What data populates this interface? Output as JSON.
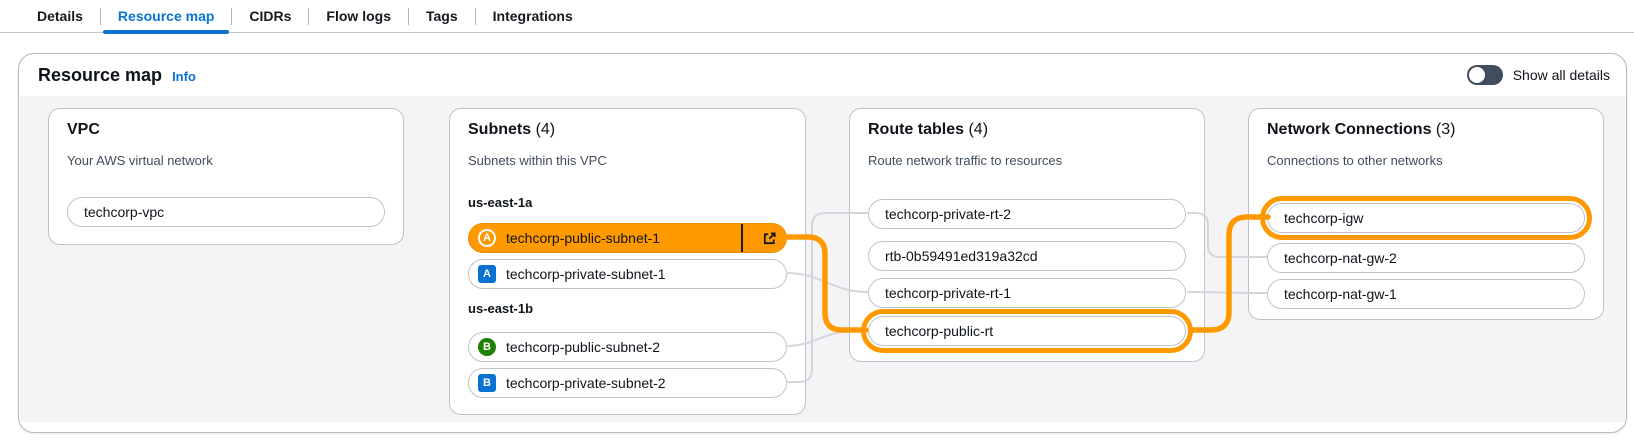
{
  "tabs": {
    "items": [
      {
        "label": "Details",
        "selected": false
      },
      {
        "label": "Resource map",
        "selected": true
      },
      {
        "label": "CIDRs",
        "selected": false
      },
      {
        "label": "Flow logs",
        "selected": false
      },
      {
        "label": "Tags",
        "selected": false
      },
      {
        "label": "Integrations",
        "selected": false
      }
    ]
  },
  "panel": {
    "title": "Resource map",
    "info_label": "Info",
    "toggle_label": "Show all details"
  },
  "vpc": {
    "title": "VPC",
    "subtitle": "Your AWS virtual network",
    "item": {
      "label": "techcorp-vpc"
    }
  },
  "subnets": {
    "title": "Subnets",
    "count": "(4)",
    "subtitle": "Subnets within this VPC",
    "groups": [
      {
        "label": "us-east-1a",
        "items": [
          {
            "label": "techcorp-public-subnet-1",
            "badge": "A",
            "selected": true
          },
          {
            "label": "techcorp-private-subnet-1",
            "badge": "A",
            "selected": false
          }
        ]
      },
      {
        "label": "us-east-1b",
        "items": [
          {
            "label": "techcorp-public-subnet-2",
            "badge": "B",
            "selected": false
          },
          {
            "label": "techcorp-private-subnet-2",
            "badge": "B",
            "selected": false
          }
        ]
      }
    ]
  },
  "route_tables": {
    "title": "Route tables",
    "count": "(4)",
    "subtitle": "Route network traffic to resources",
    "items": [
      {
        "label": "techcorp-private-rt-2",
        "highlighted": false
      },
      {
        "label": "rtb-0b59491ed319a32cd",
        "highlighted": false
      },
      {
        "label": "techcorp-private-rt-1",
        "highlighted": false
      },
      {
        "label": "techcorp-public-rt",
        "highlighted": true
      }
    ]
  },
  "network_connections": {
    "title": "Network Connections",
    "count": "(3)",
    "subtitle": "Connections to other networks",
    "items": [
      {
        "label": "techcorp-igw",
        "highlighted": true
      },
      {
        "label": "techcorp-nat-gw-2",
        "highlighted": false
      },
      {
        "label": "techcorp-nat-gw-1",
        "highlighted": false
      }
    ]
  },
  "colors": {
    "highlight_orange": "#ff9900",
    "selected_tab_blue": "#0972d3",
    "badge_blue": "#0972d3",
    "badge_green": "#1d8102"
  }
}
